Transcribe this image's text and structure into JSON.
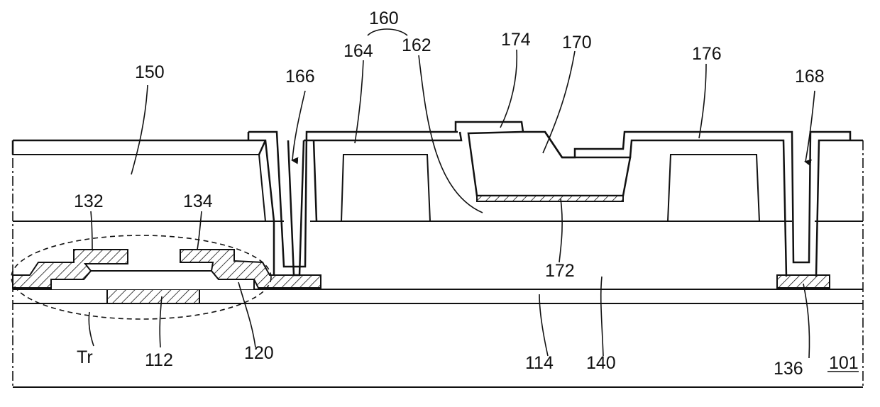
{
  "labels": {
    "l160": "160",
    "l162": "162",
    "l164": "164",
    "l174": "174",
    "l170": "170",
    "l176": "176",
    "l150": "150",
    "l166": "166",
    "l168": "168",
    "l132": "132",
    "l134": "134",
    "l172": "172",
    "l140": "140",
    "l114": "114",
    "l112": "112",
    "l120": "120",
    "lTr": "Tr",
    "l136": "136",
    "l101": "101"
  }
}
